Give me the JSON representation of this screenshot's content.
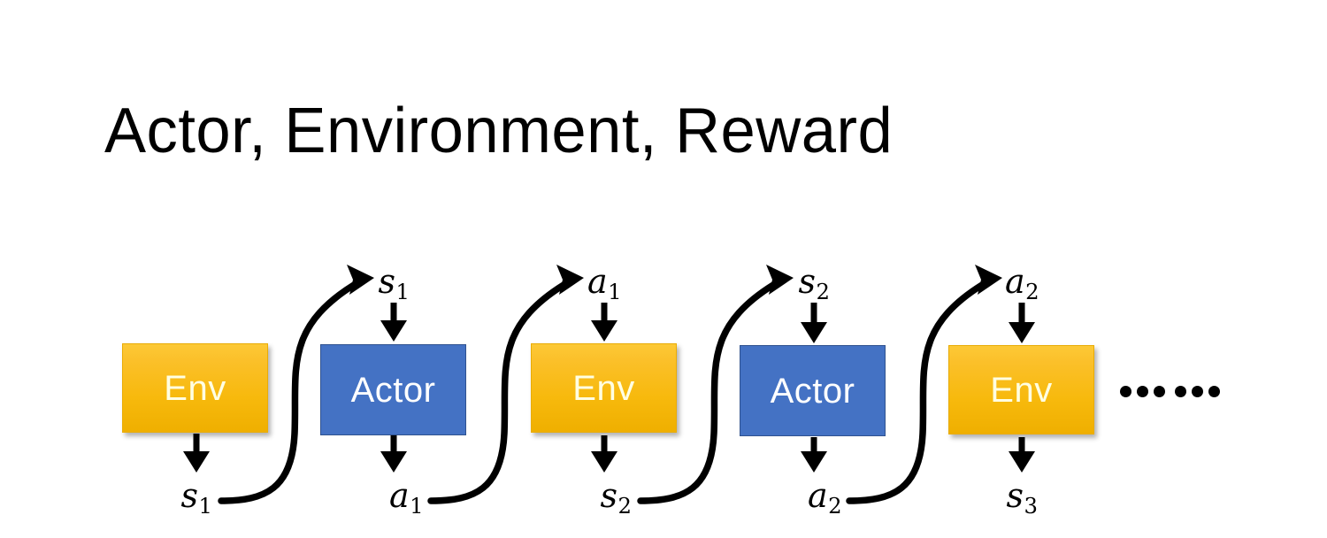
{
  "slide": {
    "title": "Actor, Environment, Reward",
    "background_color": "#FFFFFF"
  },
  "theme": {
    "env_fill_top": "#FCC936",
    "env_fill_bottom": "#EFAF00",
    "env_border": "#E9AC06",
    "env_text_color": "#FFFFE3",
    "actor_fill": "#4472C4",
    "actor_border": "#2F528F",
    "actor_text_color": "#FFFFFF",
    "arrow_color": "#000000",
    "title_color": "#000000"
  },
  "diagram": {
    "type": "sequence-flow",
    "description": "Alternating Environment and Actor blocks exchanging states and actions over time",
    "nodes": [
      {
        "id": "env-1",
        "label": "Env",
        "kind": "env",
        "index": 1
      },
      {
        "id": "actor-1",
        "label": "Actor",
        "kind": "actor",
        "index": 2
      },
      {
        "id": "env-2",
        "label": "Env",
        "kind": "env",
        "index": 3
      },
      {
        "id": "actor-2",
        "label": "Actor",
        "kind": "actor",
        "index": 4
      },
      {
        "id": "env-3",
        "label": "Env",
        "kind": "env",
        "index": 5
      }
    ],
    "top_labels": [
      {
        "id": "top-s1",
        "symbol": "s",
        "subscript": "1",
        "text": "s1"
      },
      {
        "id": "top-a1",
        "symbol": "a",
        "subscript": "1",
        "text": "a1"
      },
      {
        "id": "top-s2",
        "symbol": "s",
        "subscript": "2",
        "text": "s2"
      },
      {
        "id": "top-a2",
        "symbol": "a",
        "subscript": "2",
        "text": "a2"
      }
    ],
    "bottom_labels": [
      {
        "id": "bot-s1",
        "symbol": "s",
        "subscript": "1",
        "text": "s1"
      },
      {
        "id": "bot-a1",
        "symbol": "a",
        "subscript": "1",
        "text": "a1"
      },
      {
        "id": "bot-s2",
        "symbol": "s",
        "subscript": "2",
        "text": "s2"
      },
      {
        "id": "bot-a2",
        "symbol": "a",
        "subscript": "2",
        "text": "a2"
      },
      {
        "id": "bot-s3",
        "symbol": "s",
        "subscript": "3",
        "text": "s3"
      }
    ],
    "continuation": {
      "id": "ellipsis",
      "text": "......",
      "dot_count": 6
    }
  }
}
